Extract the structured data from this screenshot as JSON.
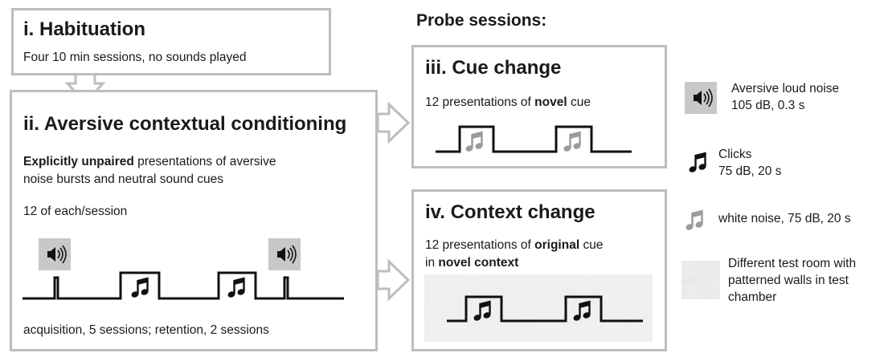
{
  "habituation": {
    "title": "i. Habituation",
    "desc": "Four 10 min sessions, no sounds played"
  },
  "conditioning": {
    "title": "ii. Aversive contextual conditioning",
    "desc_bold": "Explicitly unpaired",
    "desc_rest_line1": " presentations of aversive",
    "desc_line2": "noise bursts and neutral sound cues",
    "count": "12 of each/session",
    "footer": "acquisition, 5 sessions; retention, 2 sessions"
  },
  "probe": {
    "heading": "Probe sessions:",
    "cue_change": {
      "title": "iii. Cue change",
      "desc_pre": "12 presentations of ",
      "desc_bold": "novel",
      "desc_post": " cue"
    },
    "context_change": {
      "title": "iv. Context change",
      "desc_pre": "12 presentations of ",
      "desc_bold1": "original",
      "desc_post1": " cue",
      "desc_pre2": "in ",
      "desc_bold2": "novel context"
    }
  },
  "legend": {
    "noise": {
      "icon": "speaker-icon",
      "line1": "Aversive loud noise",
      "line2": "105 dB, 0.3 s"
    },
    "clicks": {
      "icon": "music-note-icon",
      "line1": "Clicks",
      "line2": "75 dB, 20 s"
    },
    "white_noise": {
      "icon": "grey-music-note-icon",
      "line1": "white noise, 75 dB, 20 s"
    },
    "room": {
      "icon": "marble-texture-icon",
      "line1": "Different test room with",
      "line2": "patterned walls in test",
      "line3": "chamber"
    }
  },
  "colors": {
    "border": "#bdbdbd",
    "trace": "#111111",
    "grey_note": "#9a9a9a",
    "speaker_bg": "#c8c8c8"
  }
}
